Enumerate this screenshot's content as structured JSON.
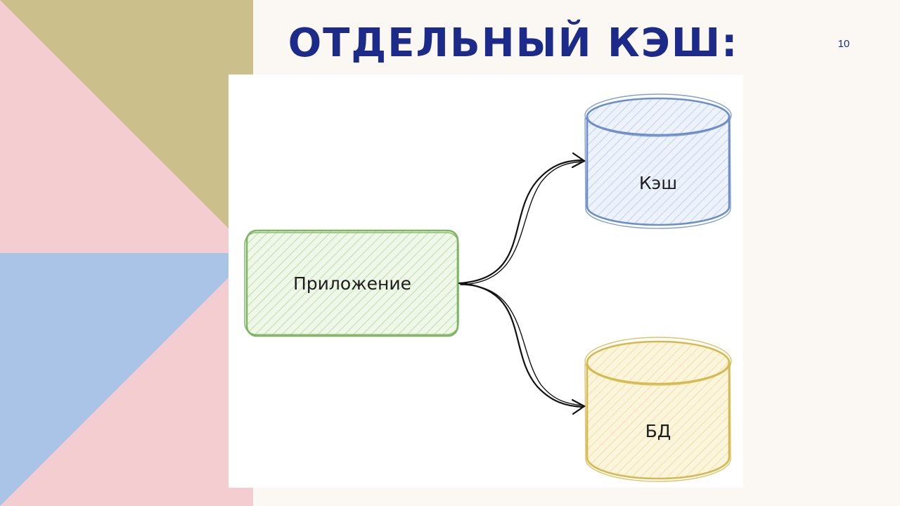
{
  "slide": {
    "title": "ОТДЕЛЬНЫЙ КЭШ:",
    "number": "10"
  },
  "colors": {
    "title": "#1c2a8a",
    "background": "#fbf8f3",
    "decor_pink": "#f3cdcf",
    "decor_khaki": "#cbbf8b",
    "decor_blue": "#aac4e8",
    "app_stroke": "#7fb563",
    "app_fill": "#d3ecc4",
    "cache_stroke": "#6d8ec8",
    "cache_fill": "#d2e0f6",
    "db_stroke": "#d7b94f",
    "db_fill": "#f6e8ad",
    "arrow": "#111111"
  },
  "diagram": {
    "nodes": {
      "app": {
        "label": "Приложение",
        "shape": "rounded-rectangle"
      },
      "cache": {
        "label": "Кэш",
        "shape": "cylinder"
      },
      "db": {
        "label": "БД",
        "shape": "cylinder"
      }
    },
    "edges": [
      {
        "from": "Приложение",
        "to": "Кэш"
      },
      {
        "from": "Приложение",
        "to": "БД"
      }
    ]
  }
}
